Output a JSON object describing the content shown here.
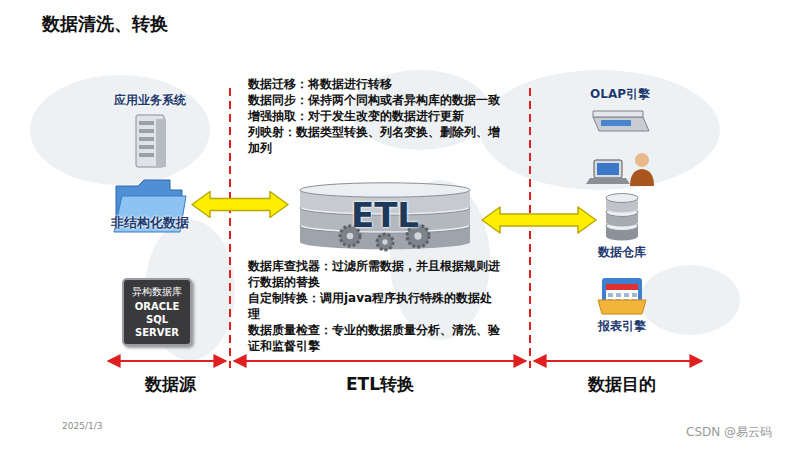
{
  "diagram": {
    "title": "数据清洗、转换",
    "nodes": [
      {
        "text": [
          "应用业务系统"
        ]
      },
      {
        "text": [
          "非结构化数据"
        ]
      },
      {
        "text": [
          "异构数据库",
          "ORACLE SQL SERVER"
        ]
      },
      {
        "text": [
          "ETL"
        ]
      },
      {
        "text": [
          "OLAP引擎"
        ]
      },
      {
        "text": [
          "数据仓库"
        ]
      },
      {
        "text": [
          "报表引擎"
        ]
      }
    ],
    "edges": [
      {
        "from": 1,
        "to": 3,
        "arrow": "both"
      },
      {
        "from": 3,
        "to": 5,
        "arrow": "both"
      }
    ],
    "labels": [
      "数据迁移：将数据进行转移",
      "数据同步：保持两个同构或者异构库的数据一致",
      "增强抽取：对于发生改变的数据进行更新",
      "列映射：数据类型转换、列名变换、删除列、增加列",
      "数据库查找器：过滤所需数据，并且根据规则进行数据的替换",
      "自定制转换：调用java程序执行特殊的数据处理",
      "数据质量检查：专业的数据质量分析、清洗、验证和监督引擎",
      "数据源",
      "ETL转换",
      "数据目的",
      "2025/1/3",
      "CSDN @易云码"
    ]
  }
}
